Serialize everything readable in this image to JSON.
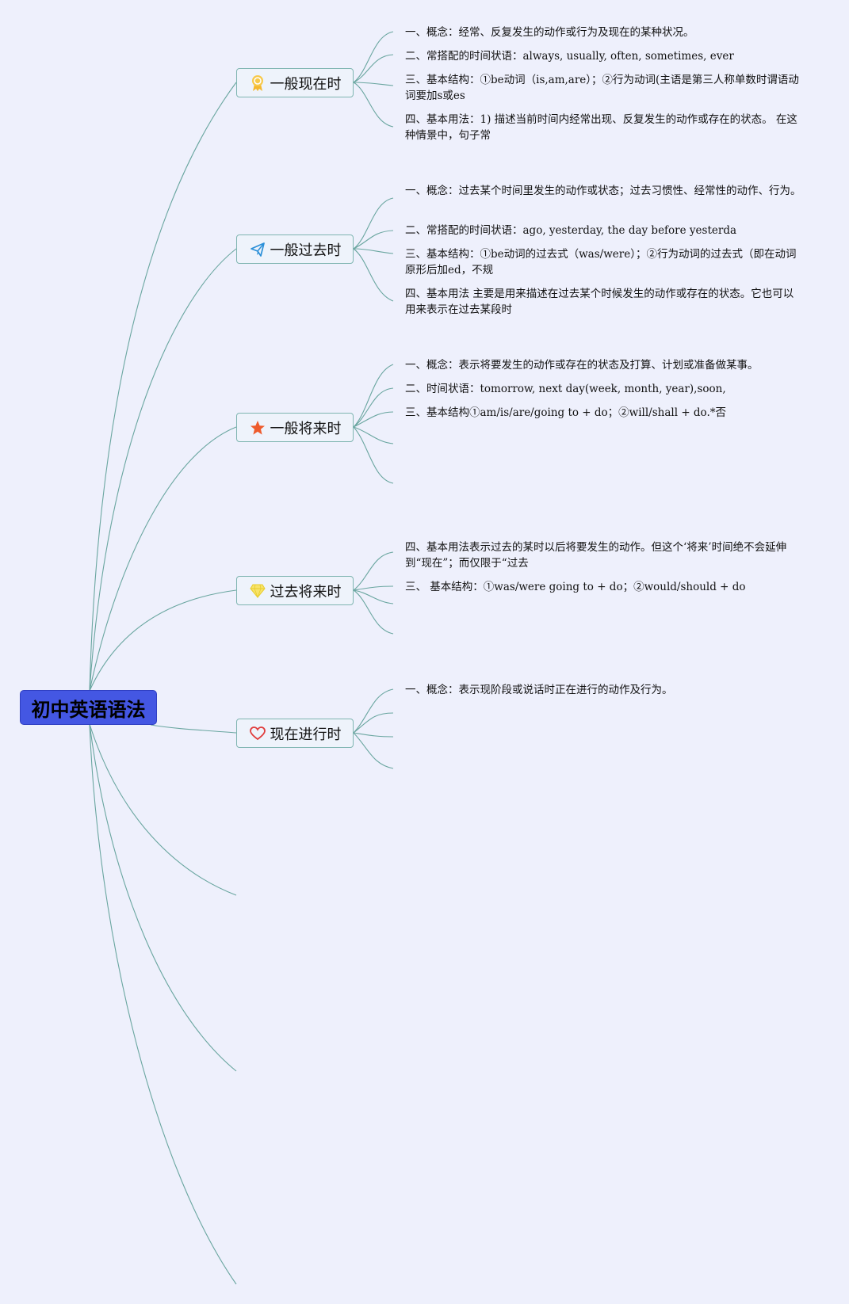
{
  "root": {
    "label": "初中英语语法"
  },
  "colors": {
    "background": "#eef0fc",
    "root_fill": "#4457e3",
    "line": "#6aa6a0",
    "branch_border": "#7fb5b1"
  },
  "branches": [
    {
      "label": "一般现在时",
      "icon": "ribbon-award-icon",
      "items": [
        "一、概念：经常、反复发生的动作或行为及现在的某种状况。",
        "二、常搭配的时间状语：always, usually, often, sometimes, ever",
        "三、基本结构：①be动词（is,am,are）；②行为动词(主语是第三人称单数时谓语动词要加s或es",
        "四、基本用法：1) 描述当前时间内经常出现、反复发生的动作或存在的状态。 在这种情景中，句子常"
      ]
    },
    {
      "label": "一般过去时",
      "icon": "paper-plane-icon",
      "items": [
        "一、概念：过去某个时间里发生的动作或状态；过去习惯性、经常性的动作、行为。",
        "二、常搭配的时间状语：ago, yesterday, the day before yesterda",
        "三、基本结构：①be动词的过去式（was/were）；②行为动词的过去式（即在动词原形后加ed，不规",
        "四、基本用法 主要是用来描述在过去某个时候发生的动作或存在的状态。它也可以用来表示在过去某段时"
      ]
    },
    {
      "label": "一般将来时",
      "icon": "star-icon",
      "items": [
        "一、概念：表示将要发生的动作或存在的状态及打算、计划或准备做某事。",
        "二、时间状语：tomorrow, next day(week, month, year),soon,",
        "三、基本结构①am/is/are/going to + do；②will/shall + do.*否"
      ]
    },
    {
      "label": "过去将来时",
      "icon": "diamond-icon",
      "items": [
        "四、基本用法表示过去的某时以后将要发生的动作。但这个‘将来’时间绝不会延伸到“现在”；而仅限于“过去",
        "三、 基本结构：①was/were going to + do；②would/should + do"
      ]
    },
    {
      "label": "现在进行时",
      "icon": "heart-icon",
      "items": [
        "一、概念：表示现阶段或说话时正在进行的动作及行为。"
      ]
    }
  ]
}
